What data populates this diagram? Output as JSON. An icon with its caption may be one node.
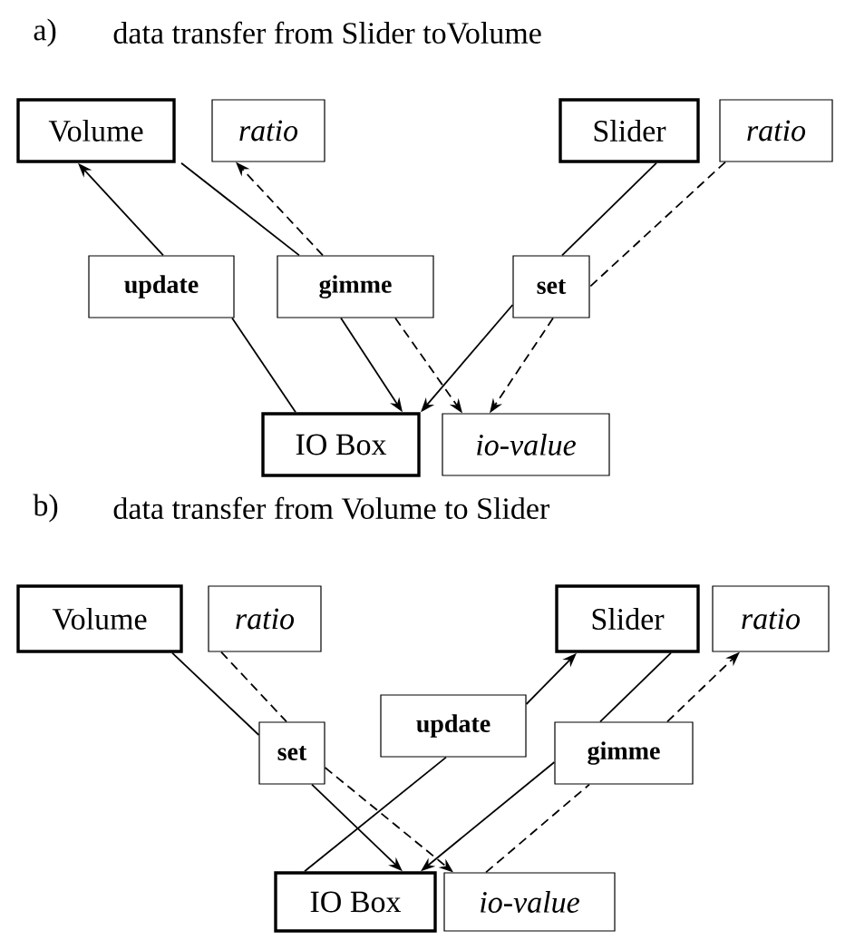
{
  "diagram": {
    "nodes": [
      {
        "text": [
          "Volume"
        ]
      },
      {
        "text": [
          "ratio"
        ]
      },
      {
        "text": [
          "Slider"
        ]
      },
      {
        "text": [
          "ratio"
        ]
      },
      {
        "text": [
          "update"
        ]
      },
      {
        "text": [
          "gimme"
        ]
      },
      {
        "text": [
          "set"
        ]
      },
      {
        "text": [
          "IO Box"
        ]
      },
      {
        "text": [
          "io-value"
        ]
      },
      {
        "text": [
          "Volume"
        ]
      },
      {
        "text": [
          "ratio"
        ]
      },
      {
        "text": [
          "Slider"
        ]
      },
      {
        "text": [
          "ratio"
        ]
      },
      {
        "text": [
          "set"
        ]
      },
      {
        "text": [
          "update"
        ]
      },
      {
        "text": [
          "gimme"
        ]
      },
      {
        "text": [
          "IO Box"
        ]
      },
      {
        "text": [
          "io-value"
        ]
      }
    ],
    "edges": [
      {
        "from": 4,
        "to": 0,
        "arrow": "to"
      },
      {
        "from": 7,
        "to": 4,
        "arrow": "none"
      },
      {
        "from": 0,
        "to": 5,
        "arrow": "none"
      },
      {
        "from": 5,
        "to": 7,
        "arrow": "to"
      },
      {
        "from": 5,
        "to": 1,
        "arrow": "to",
        "style": "dashed"
      },
      {
        "from": 5,
        "to": 8,
        "arrow": "to",
        "style": "dashed"
      },
      {
        "from": 2,
        "to": 6,
        "arrow": "none"
      },
      {
        "from": 6,
        "to": 7,
        "arrow": "to"
      },
      {
        "from": 3,
        "to": 6,
        "arrow": "none",
        "style": "dashed"
      },
      {
        "from": 6,
        "to": 8,
        "arrow": "to",
        "style": "dashed"
      },
      {
        "from": 9,
        "to": 13,
        "arrow": "none"
      },
      {
        "from": 13,
        "to": 16,
        "arrow": "to"
      },
      {
        "from": 10,
        "to": 13,
        "arrow": "none",
        "style": "dashed"
      },
      {
        "from": 13,
        "to": 17,
        "arrow": "to",
        "style": "dashed"
      },
      {
        "from": 16,
        "to": 14,
        "arrow": "none"
      },
      {
        "from": 14,
        "to": 11,
        "arrow": "to"
      },
      {
        "from": 11,
        "to": 15,
        "arrow": "none"
      },
      {
        "from": 15,
        "to": 16,
        "arrow": "to"
      },
      {
        "from": 15,
        "to": 12,
        "arrow": "to",
        "style": "dashed"
      },
      {
        "from": 17,
        "to": 15,
        "arrow": "none",
        "style": "dashed"
      }
    ],
    "labels": [
      "a)",
      "data transfer from Slider toVolume",
      "b)",
      "data transfer from Volume to Slider"
    ]
  }
}
